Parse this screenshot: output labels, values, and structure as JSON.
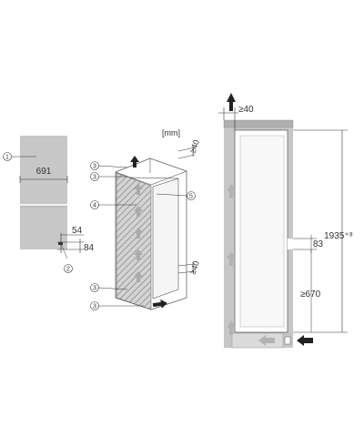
{
  "unit_label": "[mm]",
  "colors": {
    "panel_gray": "#c7c7c7",
    "hatch_gray": "#9a9a9a",
    "line": "#333333",
    "arrow_dark": "#222222",
    "arrow_light": "#b8b8b8"
  },
  "front_view": {
    "callout_1": "1",
    "callout_2": "2",
    "width_label": "691",
    "hinge_offset_label": "54",
    "hinge_height_label": "84"
  },
  "iso_view": {
    "callouts": [
      "3",
      "3",
      "4",
      "5",
      "3",
      "3"
    ],
    "top_gap_label": "≥40",
    "bottom_gap_label": "≥40"
  },
  "section_view": {
    "top_gap_label": "≥40",
    "overall_height_label": "1935⁺⁸",
    "vent_height_label": "83",
    "min_height_label": "≥670"
  }
}
